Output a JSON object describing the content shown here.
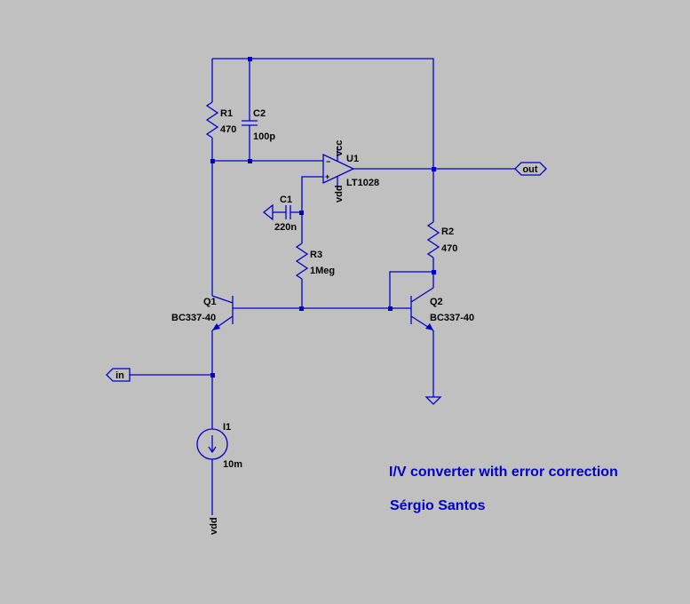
{
  "components": {
    "r1": {
      "ref": "R1",
      "value": "470"
    },
    "c2": {
      "ref": "C2",
      "value": "100p"
    },
    "u1": {
      "ref": "U1",
      "value": "LT1028",
      "vcc": "vcc",
      "vdd": "vdd",
      "minus": "−",
      "plus": "+"
    },
    "c1": {
      "ref": "C1",
      "value": "220n"
    },
    "r3": {
      "ref": "R3",
      "value": "1Meg"
    },
    "r2": {
      "ref": "R2",
      "value": "470"
    },
    "q1": {
      "ref": "Q1",
      "value": "BC337-40"
    },
    "q2": {
      "ref": "Q2",
      "value": "BC337-40"
    },
    "i1": {
      "ref": "I1",
      "value": "10m"
    }
  },
  "nets": {
    "out": "out",
    "in": "in",
    "vdd": "vdd"
  },
  "notes": {
    "title": "I/V converter with error correction",
    "author": "Sérgio Santos"
  },
  "colors": {
    "background": "#c0c0c0",
    "wire": "#0000cc",
    "label": "#000000"
  }
}
